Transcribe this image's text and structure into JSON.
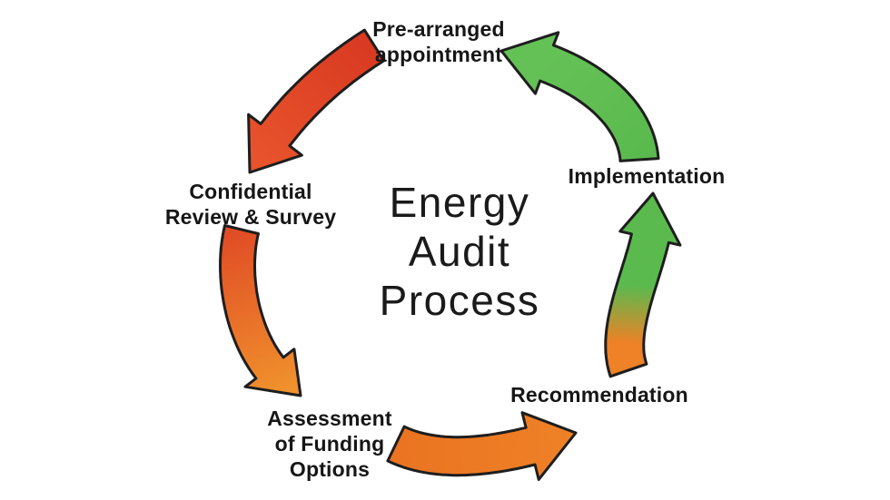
{
  "diagram": {
    "title": "Energy\nAudit\nProcess",
    "steps": [
      {
        "id": "appointment",
        "label": "Pre-arranged\nappointment"
      },
      {
        "id": "review",
        "label": "Confidential\nReview & Survey"
      },
      {
        "id": "funding",
        "label": "Assessment\nof Funding\nOptions"
      },
      {
        "id": "recommendation",
        "label": "Recommendation"
      },
      {
        "id": "implementation",
        "label": "Implementation"
      }
    ],
    "flow_order": [
      "Pre-arranged appointment",
      "Confidential Review & Survey",
      "Assessment of Funding Options",
      "Recommendation",
      "Implementation"
    ],
    "colors": {
      "background": "#ffffff",
      "text": "#161616",
      "title_text": "#1a1a1a",
      "outline": "#1e1e1e",
      "red_deep": "#d93b22",
      "red_bright": "#e8532c",
      "orange_red": "#e14e26",
      "orange_light": "#f0922c",
      "orange_tail": "#ea7422",
      "orange_head": "#ef8126",
      "green": "#5bba4e",
      "green_light": "#64c156"
    }
  }
}
